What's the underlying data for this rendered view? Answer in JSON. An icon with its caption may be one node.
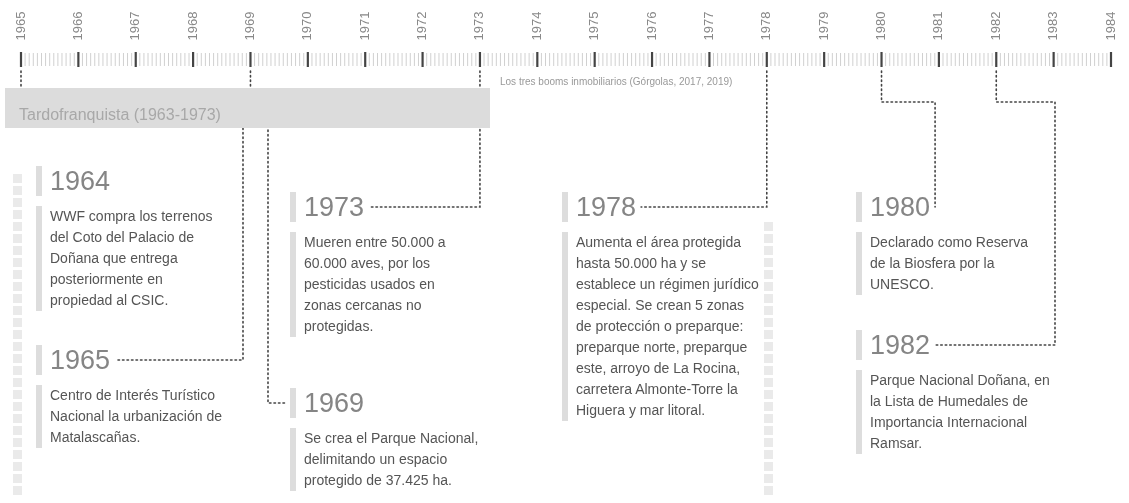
{
  "diagram": {
    "nodes": [
      {
        "text": [
          "Tardofranquista (1963-1973)"
        ]
      },
      {
        "text": [
          "1964",
          "WWF compra los terrenos del Coto del Palacio de Doñana que entrega posteriormente en propiedad al CSIC."
        ]
      },
      {
        "text": [
          "1965",
          "Centro de Interés Turístico Nacional la urbanización de Matalascañas."
        ]
      },
      {
        "text": [
          "1973",
          "Mueren entre 50.000 a 60.000 aves, por los pesticidas usados en zonas cercanas no protegidas."
        ]
      },
      {
        "text": [
          "1969",
          "Se crea el Parque Nacional, delimitando un espacio protegido de 37.425 ha."
        ]
      },
      {
        "text": [
          "1978",
          "Aumenta el área protegida hasta 50.000 ha y se establece un régimen jurídico especial. Se crean 5 zonas de protección o preparque: preparque norte, preparque este, arroyo de La Rocina, carretera Almonte-Torre la Higuera y mar litoral."
        ]
      },
      {
        "text": [
          "1980",
          "Declarado como Reserva de la Biosfera por la UNESCO."
        ]
      },
      {
        "text": [
          "1982",
          "Parque Nacional Doñana, en la Lista de Humedales de Importancia Internacional Ramsar."
        ]
      }
    ],
    "edges": [
      {
        "from": null,
        "to": 2,
        "arrow": "none",
        "style": "dashed"
      },
      {
        "from": null,
        "to": 4,
        "arrow": "none",
        "style": "dashed"
      },
      {
        "from": null,
        "to": 3,
        "arrow": "none",
        "style": "dashed"
      },
      {
        "from": null,
        "to": 5,
        "arrow": "none",
        "style": "dashed"
      },
      {
        "from": null,
        "to": 6,
        "arrow": "none",
        "style": "dashed"
      },
      {
        "from": null,
        "to": 7,
        "arrow": "none",
        "style": "dashed"
      }
    ],
    "labels": [
      "1965",
      "1966",
      "1967",
      "1968",
      "1969",
      "1970",
      "1971",
      "1972",
      "1973",
      "1974",
      "1975",
      "1976",
      "1977",
      "1978",
      "1979",
      "1980",
      "1981",
      "1982",
      "1983",
      "1984",
      "Los tres booms inmobiliarios (Górgolas, 2017, 2019)"
    ]
  }
}
